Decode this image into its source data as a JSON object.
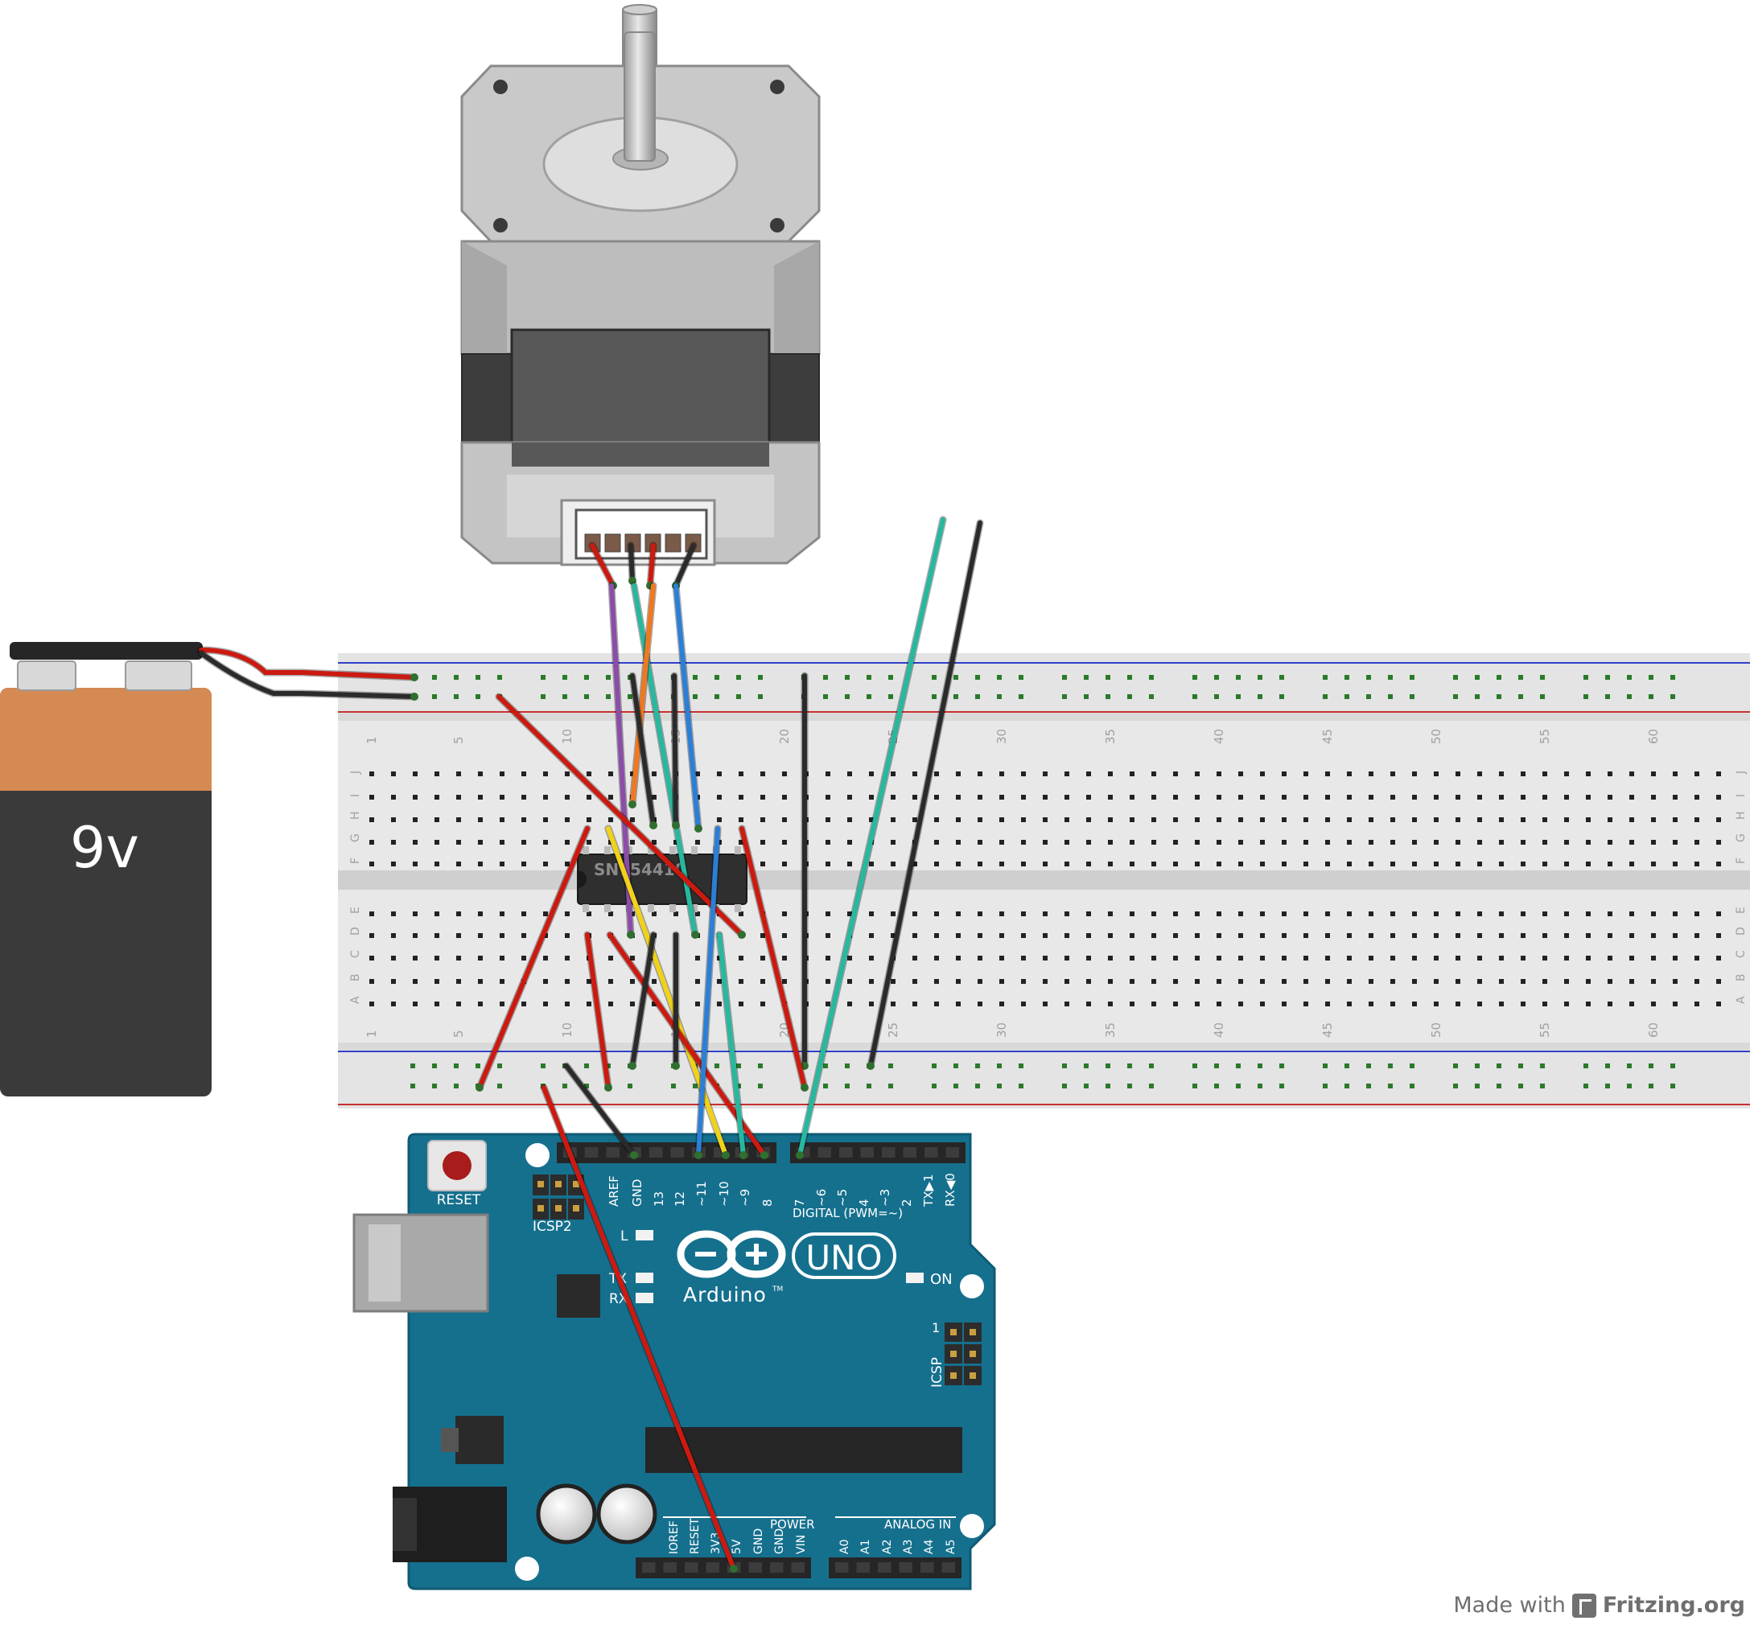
{
  "battery": {
    "label": "9v"
  },
  "breadboard": {
    "column_numbers": [
      "1",
      "5",
      "10",
      "15",
      "20",
      "25",
      "30",
      "35",
      "40",
      "45",
      "50",
      "55",
      "60"
    ],
    "rows_top": [
      "J",
      "I",
      "H",
      "G",
      "F"
    ],
    "rows_bottom": [
      "E",
      "D",
      "C",
      "B",
      "A"
    ]
  },
  "chip": {
    "label": "SN754410"
  },
  "arduino": {
    "reset_label": "RESET",
    "icsp2_label": "ICSP2",
    "icsp_label": "ICSP",
    "icsp_pin1": "1",
    "model": "UNO",
    "brand": "Arduino",
    "tm": "TM",
    "digital_label": "DIGITAL (PWM=~)",
    "led_l": "L",
    "led_tx": "TX",
    "led_rx": "RX",
    "on_label": "ON",
    "power_label": "POWER",
    "analog_label": "ANALOG IN",
    "digital_pins": [
      "AREF",
      "GND",
      "13",
      "12",
      "~11",
      "~10",
      "~9",
      "8",
      "7",
      "~6",
      "~5",
      "4",
      "~3",
      "2",
      "TX▶1",
      "RX◀0"
    ],
    "power_pins": [
      "IOREF",
      "RESET",
      "3V3",
      "5V",
      "GND",
      "GND",
      "VIN"
    ],
    "analog_pins": [
      "A0",
      "A1",
      "A2",
      "A3",
      "A4",
      "A5"
    ]
  },
  "watermark": {
    "prefix": "Made with",
    "brand": "Fritzing.org"
  },
  "colors": {
    "arduino_board": "#15708e",
    "wire_red": "#cc1a10",
    "wire_black": "#2b2b2b",
    "wire_teal": "#27b89e",
    "wire_blue": "#2b7fd6",
    "wire_yellow": "#f1d21a",
    "wire_purple": "#8c4ca8",
    "wire_orange": "#f07820",
    "battery_copper": "#d48a52",
    "battery_body": "#3a3a3a"
  }
}
